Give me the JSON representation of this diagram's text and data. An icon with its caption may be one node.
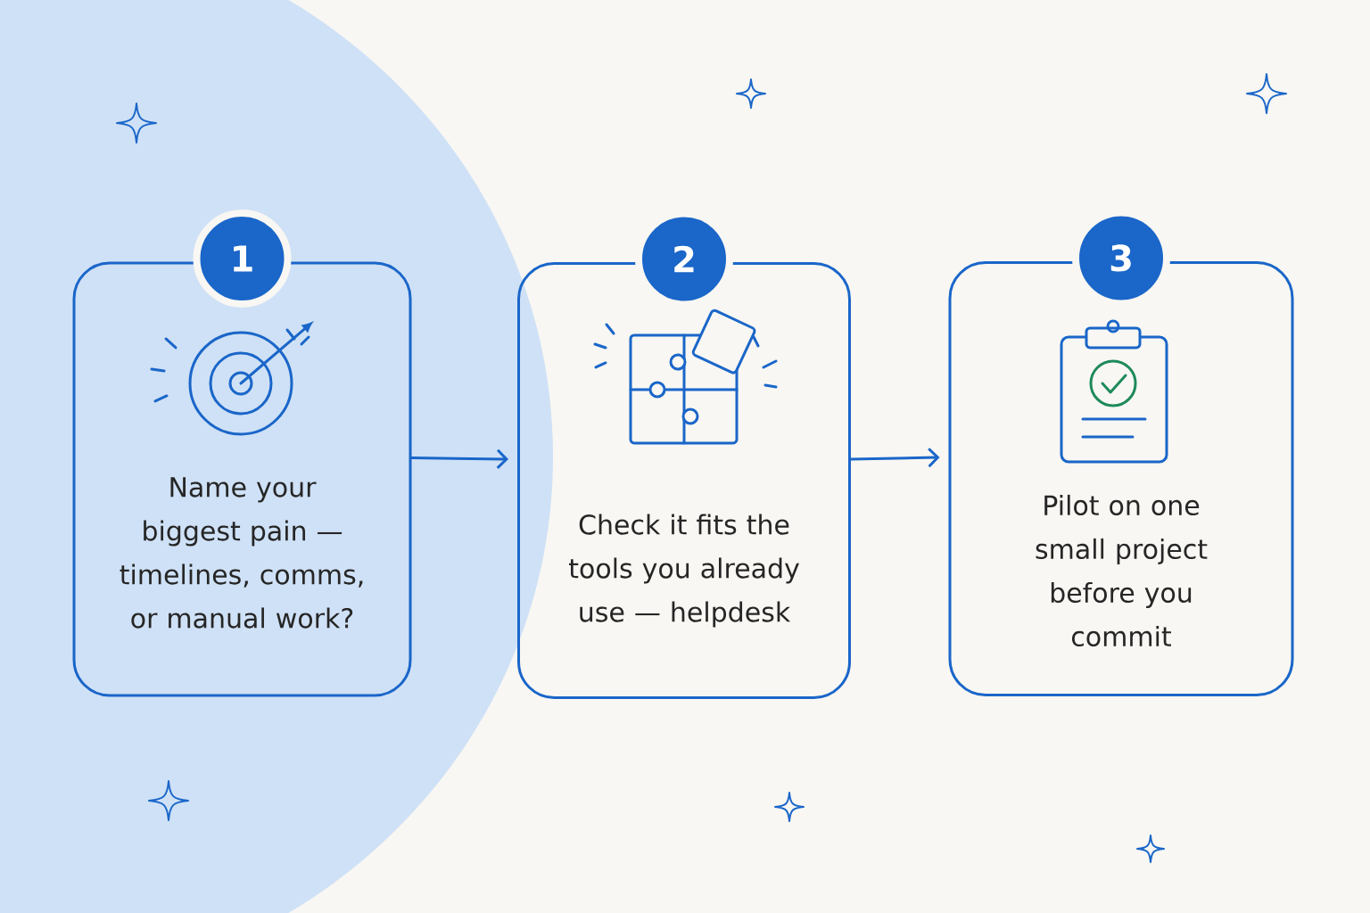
{
  "diagram": {
    "nodes": [
      {
        "text": [
          "1",
          "Name your biggest pain — timelines, comms, or manual work?"
        ]
      },
      {
        "text": [
          "2",
          "Check it fits the tools you already use — helpdesk"
        ]
      },
      {
        "text": [
          "3",
          "Pilot on one small project before you commit"
        ]
      }
    ],
    "edges": [
      {
        "from": 0,
        "to": 1,
        "arrow": "to"
      },
      {
        "from": 1,
        "to": 2,
        "arrow": "to"
      }
    ]
  }
}
